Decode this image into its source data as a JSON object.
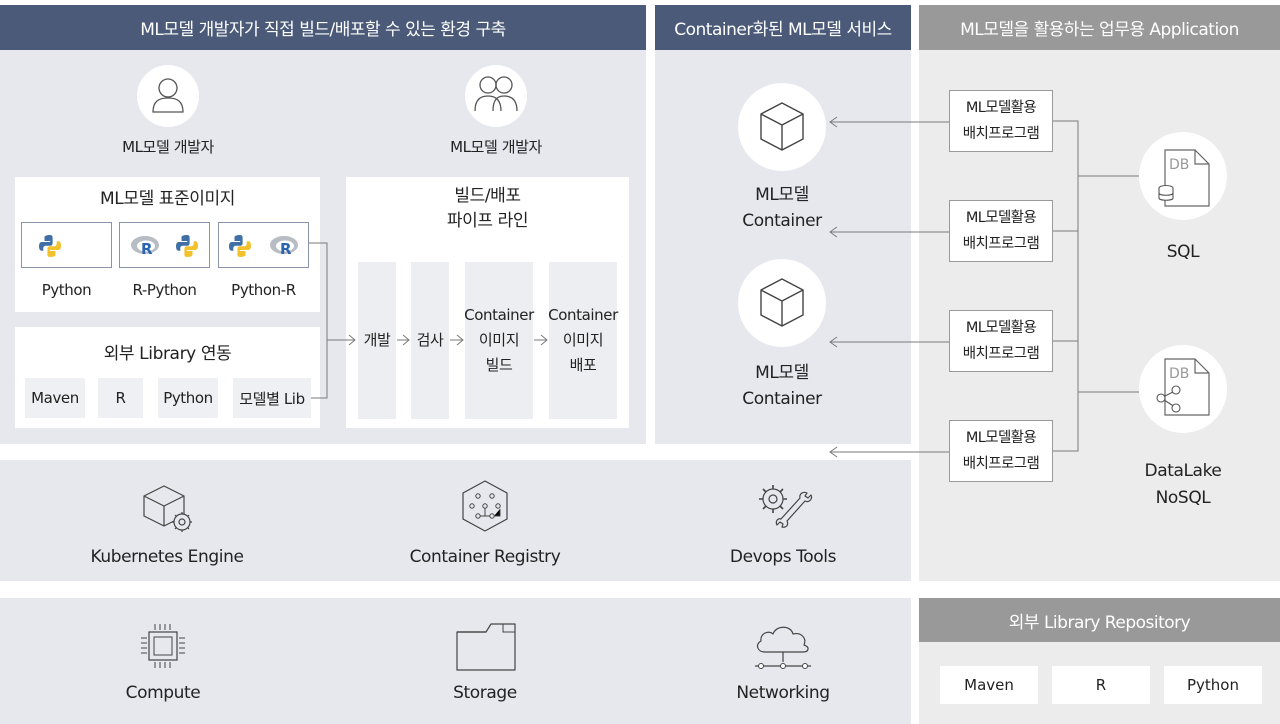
{
  "colors": {
    "header_dark": "#4a5a78",
    "header_gray": "#999999",
    "panel_bg": "#e6e8ee",
    "panel_right_bg": "#ececec",
    "python_blue": "#3f6fa5",
    "python_yellow": "#f2c12e",
    "r_blue": "#2a64b0"
  },
  "headers": {
    "build_env": "ML모델 개발자가 직접 빌드/배포할 수 있는 환경 구축",
    "container_service": "Container화된 ML모델 서비스",
    "business_app": "ML모델을 활용하는 업무용 Application"
  },
  "developers": [
    {
      "label": "ML모델 개발자",
      "icon": "person-icon"
    },
    {
      "label": "ML모델 개발자",
      "icon": "group-icon"
    }
  ],
  "std_image": {
    "title": "ML모델 표준이미지",
    "items": [
      {
        "label": "Python",
        "logos": [
          "python-logo"
        ]
      },
      {
        "label": "R-Python",
        "logos": [
          "r-logo",
          "python-logo"
        ]
      },
      {
        "label": "Python-R",
        "logos": [
          "python-logo",
          "r-logo"
        ]
      }
    ]
  },
  "ext_lib": {
    "title": "외부 Library 연동",
    "items": [
      "Maven",
      "R",
      "Python",
      "모델별 Lib"
    ]
  },
  "pipeline": {
    "title": "빌드/배포\n파이프 라인",
    "stages": [
      "개발",
      "검사",
      "Container\n이미지\n빌드",
      "Container\n이미지\n배포"
    ]
  },
  "containers": [
    {
      "label": "ML모델\nContainer",
      "icon": "cube-icon"
    },
    {
      "label": "ML모델\nContainer",
      "icon": "cube-icon"
    }
  ],
  "batch_programs": [
    "ML모델활용\n배치프로그램",
    "ML모델활용\n배치프로그램",
    "ML모델활용\n배치프로그램",
    "ML모델활용\n배치프로그램"
  ],
  "databases": [
    {
      "label": "SQL",
      "icon_text": "DB",
      "icon": "database-icon"
    },
    {
      "label": "DataLake\nNoSQL",
      "icon_text": "DB",
      "icon": "network-icon"
    }
  ],
  "platform": [
    {
      "label": "Kubernetes Engine",
      "icon": "cube-gear-icon"
    },
    {
      "label": "Container Registry",
      "icon": "hex-network-icon"
    },
    {
      "label": "Devops Tools",
      "icon": "gear-wrench-icon"
    }
  ],
  "infra": [
    {
      "label": "Compute",
      "icon": "chip-icon"
    },
    {
      "label": "Storage",
      "icon": "folder-icon"
    },
    {
      "label": "Networking",
      "icon": "cloud-network-icon"
    }
  ],
  "repository": {
    "title": "외부 Library Repository",
    "items": [
      "Maven",
      "R",
      "Python"
    ]
  }
}
